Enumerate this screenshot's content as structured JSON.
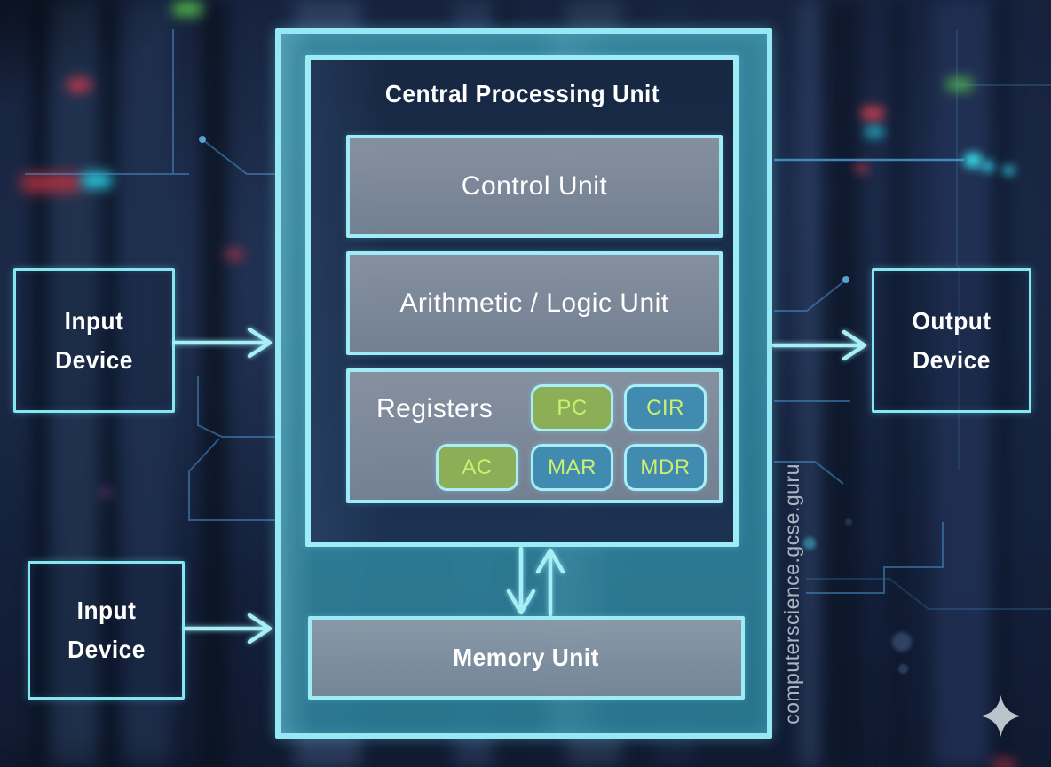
{
  "cpu": {
    "title": "Central Processing Unit",
    "control_unit": "Control Unit",
    "alu": "Arithmetic / Logic Unit",
    "registers_label": "Registers",
    "registers": [
      {
        "label": "PC",
        "color": "green"
      },
      {
        "label": "CIR",
        "color": "blue"
      },
      {
        "label": "AC",
        "color": "green"
      },
      {
        "label": "MAR",
        "color": "blue"
      },
      {
        "label": "MDR",
        "color": "blue"
      }
    ],
    "memory": "Memory Unit"
  },
  "devices": {
    "input_top": "Input Device",
    "input_bottom": "Input Device",
    "output": "Output Device"
  },
  "watermark": "computerscience.gcse.guru",
  "icons": {
    "sparkle": "4-point-star"
  },
  "colors": {
    "accent_cyan_border": "#96E9F4",
    "teal_panel_fill": "#2F7F98",
    "inner_navy_fill": "#16243E",
    "gray_panel_fill": "#8A94A2",
    "chip_green": "#8CAE57",
    "chip_blue": "#428BB0",
    "chip_text": "#CDEF6F",
    "label_text": "#FFFFFF",
    "watermark_text": "#B3BEC9",
    "background_navy": "#15203A"
  }
}
